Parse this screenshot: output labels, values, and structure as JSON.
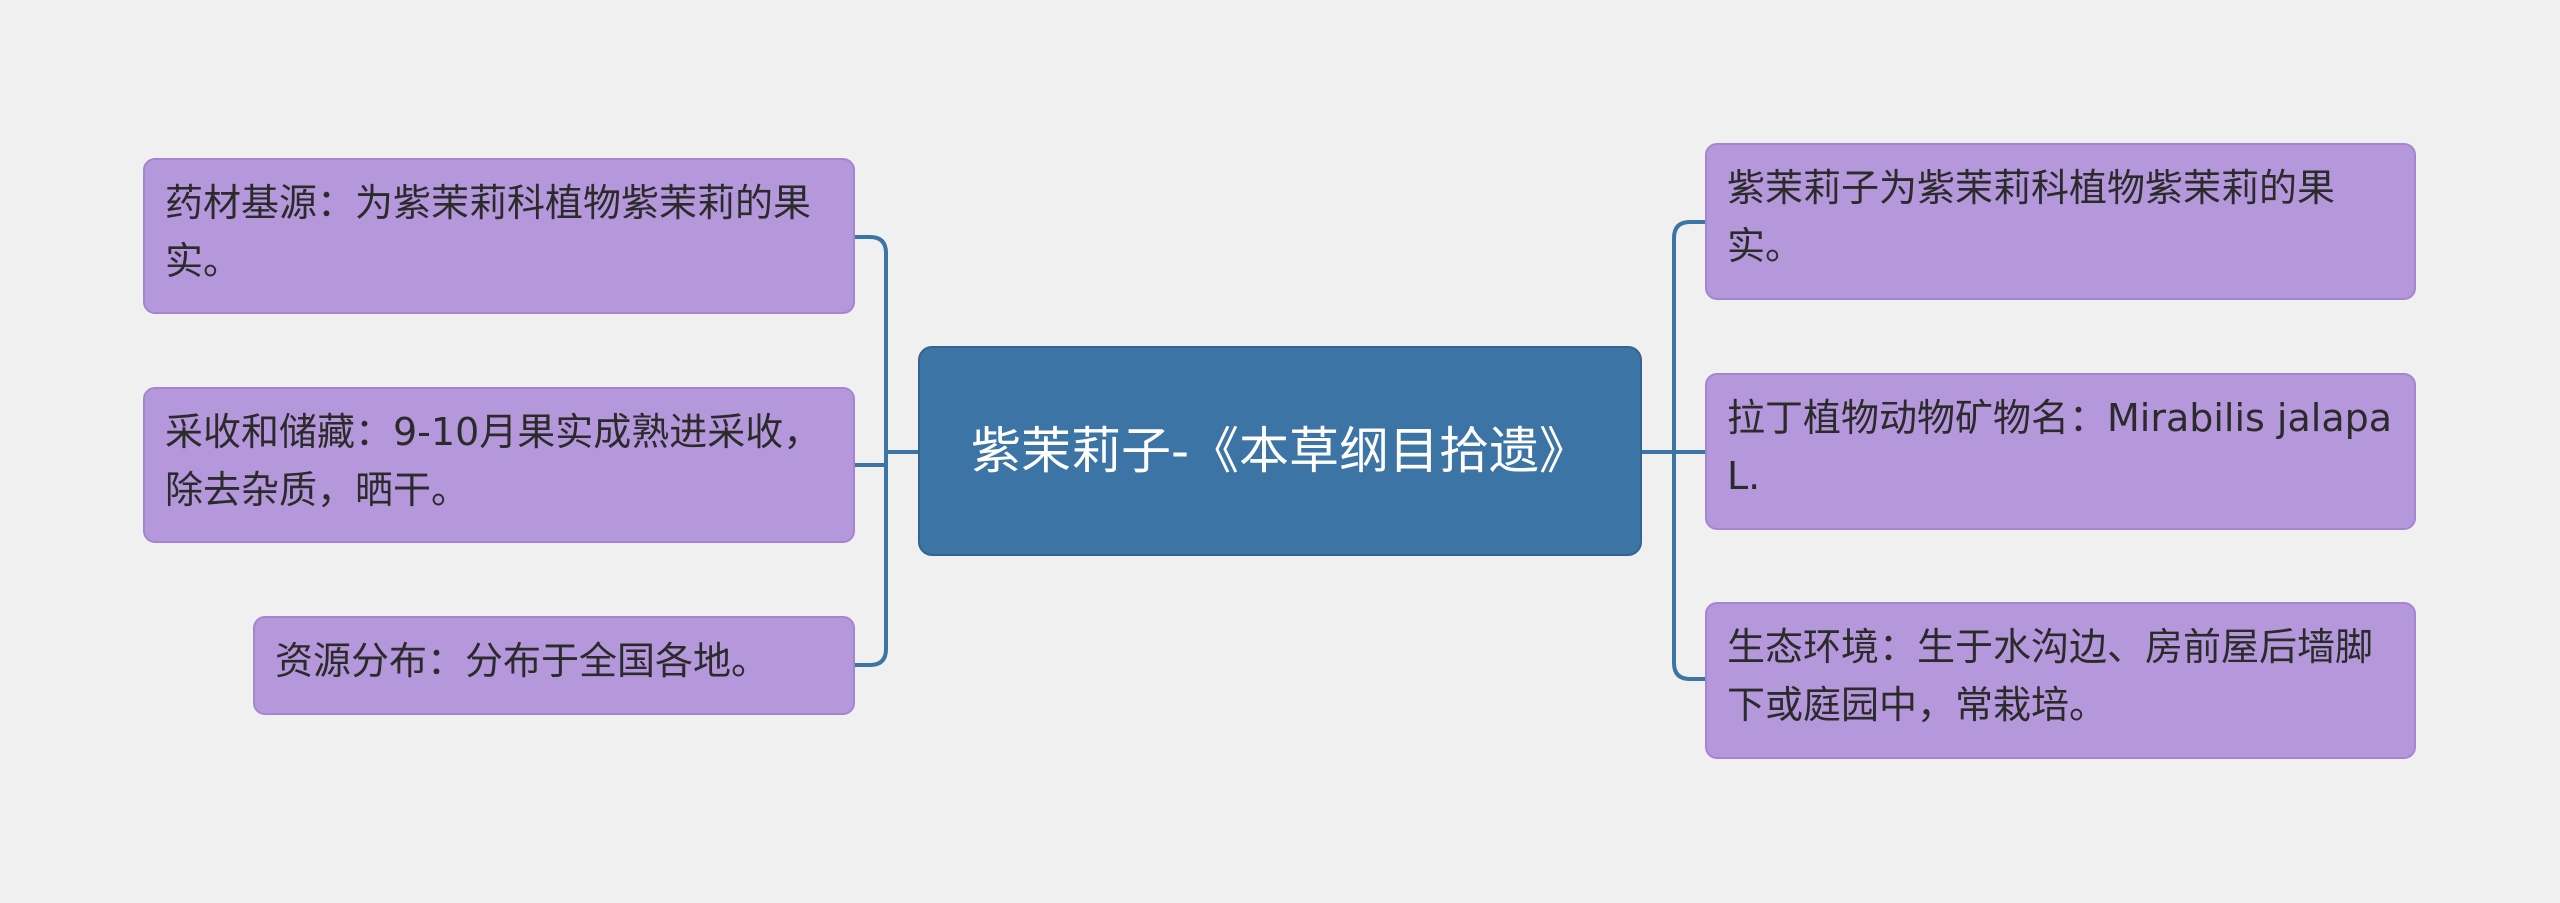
{
  "root": {
    "title": "紫茉莉子-《本草纲目拾遗》"
  },
  "left_branches": [
    {
      "text": "药材基源：为紫茉莉科植物紫茉莉的果实。"
    },
    {
      "text": "采收和储藏：9-10月果实成熟进采收，除去杂质，晒干。"
    },
    {
      "text": "资源分布：分布于全国各地。"
    }
  ],
  "right_branches": [
    {
      "text": "紫茉莉子为紫茉莉科植物紫茉莉的果实。"
    },
    {
      "text": "拉丁植物动物矿物名：Mirabilis jalapa L."
    },
    {
      "text": "生态环境：生于水沟边、房前屋后墙脚下或庭园中，常栽培。"
    }
  ],
  "colors": {
    "background": "#f0f0f0",
    "root_fill": "#3d74a6",
    "branch_fill": "#b598db",
    "connector": "#3d74a6"
  }
}
